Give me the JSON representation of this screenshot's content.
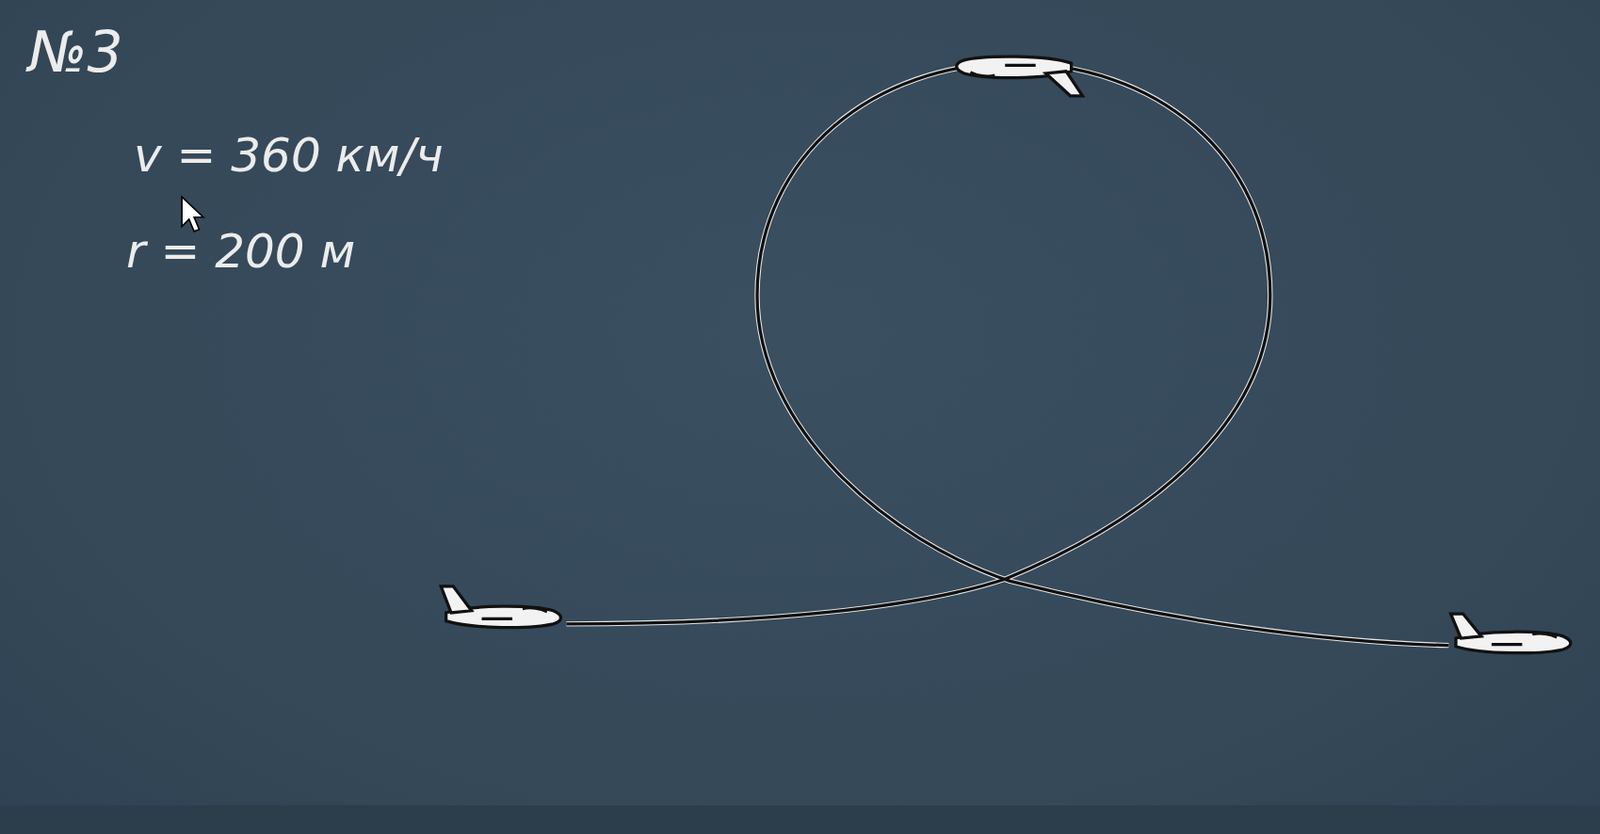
{
  "diagram": {
    "labels": [
      "№3",
      "v = 360 км/ч",
      "r = 200 м"
    ]
  }
}
